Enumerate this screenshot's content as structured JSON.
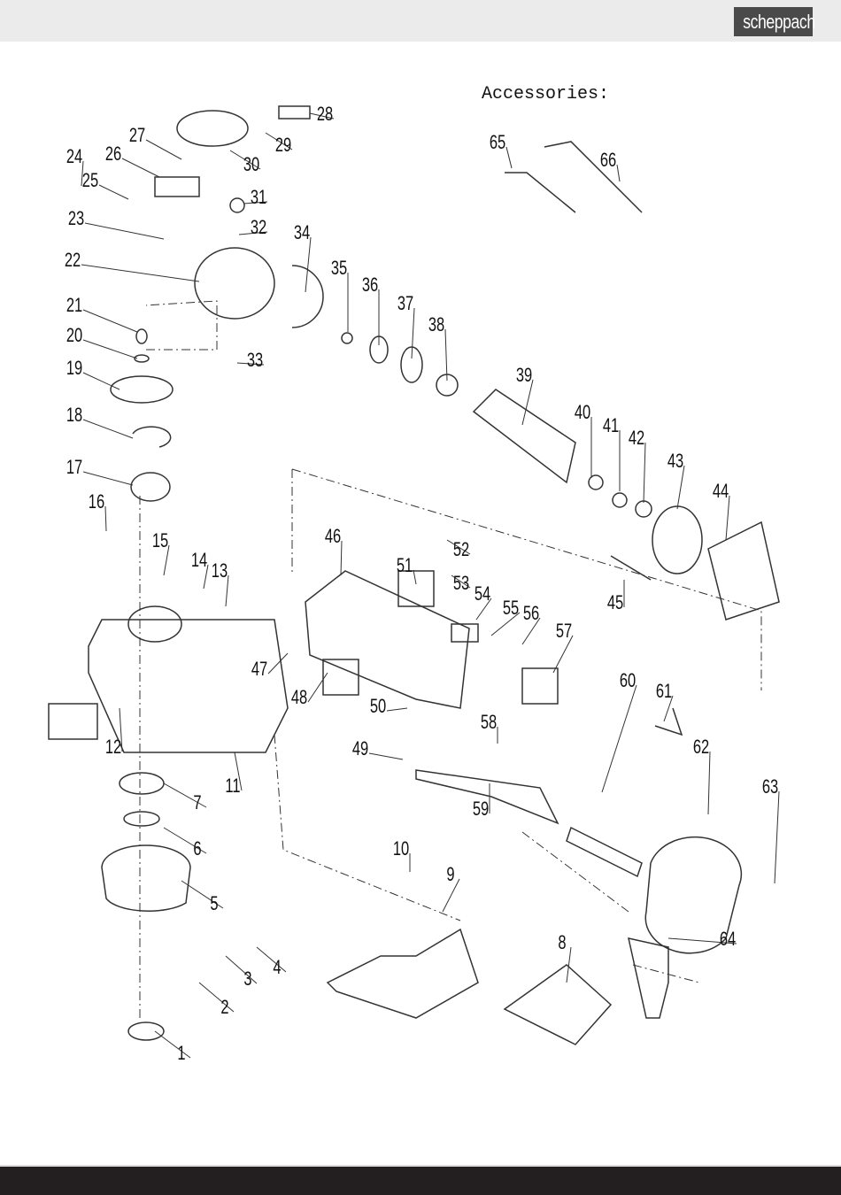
{
  "header": {
    "brand_logo": "scheppach"
  },
  "diagram": {
    "accessories_title": "Accessories:",
    "part_numbers": [
      "1",
      "2",
      "3",
      "4",
      "5",
      "6",
      "7",
      "8",
      "9",
      "10",
      "11",
      "12",
      "13",
      "14",
      "15",
      "16",
      "17",
      "18",
      "19",
      "20",
      "21",
      "22",
      "23",
      "24",
      "25",
      "26",
      "27",
      "28",
      "29",
      "30",
      "31",
      "32",
      "33",
      "34",
      "35",
      "36",
      "37",
      "38",
      "39",
      "40",
      "41",
      "42",
      "43",
      "44",
      "45",
      "46",
      "47",
      "48",
      "49",
      "50",
      "51",
      "52",
      "53",
      "54",
      "55",
      "56",
      "57",
      "58",
      "59",
      "60",
      "61",
      "62",
      "63",
      "64",
      "65",
      "66"
    ]
  },
  "colors": {
    "header_bg": "#ebebeb",
    "logo_bg": "#4a4a4a",
    "footer_bg": "#231f20"
  }
}
